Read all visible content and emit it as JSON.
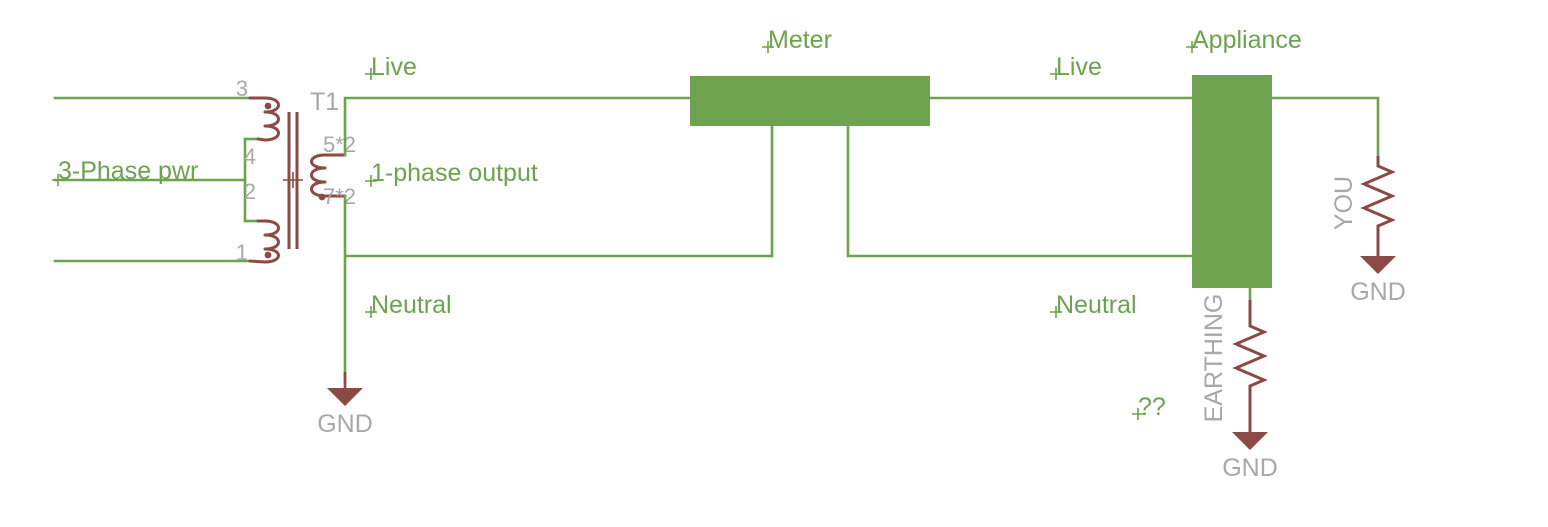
{
  "diagram": {
    "title": "Single-phase distribution schematic with earthing",
    "colors": {
      "wire_green": "#6da24f",
      "block_green": "#6da24f",
      "component_maroon": "#8b4a43",
      "label_gray": "#a8a8a8",
      "background": "#ffffff"
    }
  },
  "net_labels": {
    "three_phase": "3-Phase pwr",
    "live_left": "Live",
    "one_phase_output": "1-phase output",
    "neutral_left": "Neutral",
    "meter": "Meter",
    "live_right": "Live",
    "neutral_right": "Neutral",
    "appliance": "Appliance",
    "unknown": "??"
  },
  "transformer": {
    "designator": "T1",
    "primary_pins": [
      "3",
      "4",
      "2",
      "1"
    ],
    "secondary_pins": [
      "5*2",
      "7*2"
    ]
  },
  "resistors": [
    {
      "name": "YOU",
      "label": "YOU"
    },
    {
      "name": "EARTHING",
      "label": "EARTHING"
    }
  ],
  "grounds": [
    {
      "name": "gnd-transformer-neutral",
      "label": "GND"
    },
    {
      "name": "gnd-you",
      "label": "GND"
    },
    {
      "name": "gnd-earthing",
      "label": "GND"
    }
  ],
  "blocks": [
    {
      "name": "meter",
      "label": "Meter"
    },
    {
      "name": "appliance",
      "label": "Appliance"
    }
  ]
}
